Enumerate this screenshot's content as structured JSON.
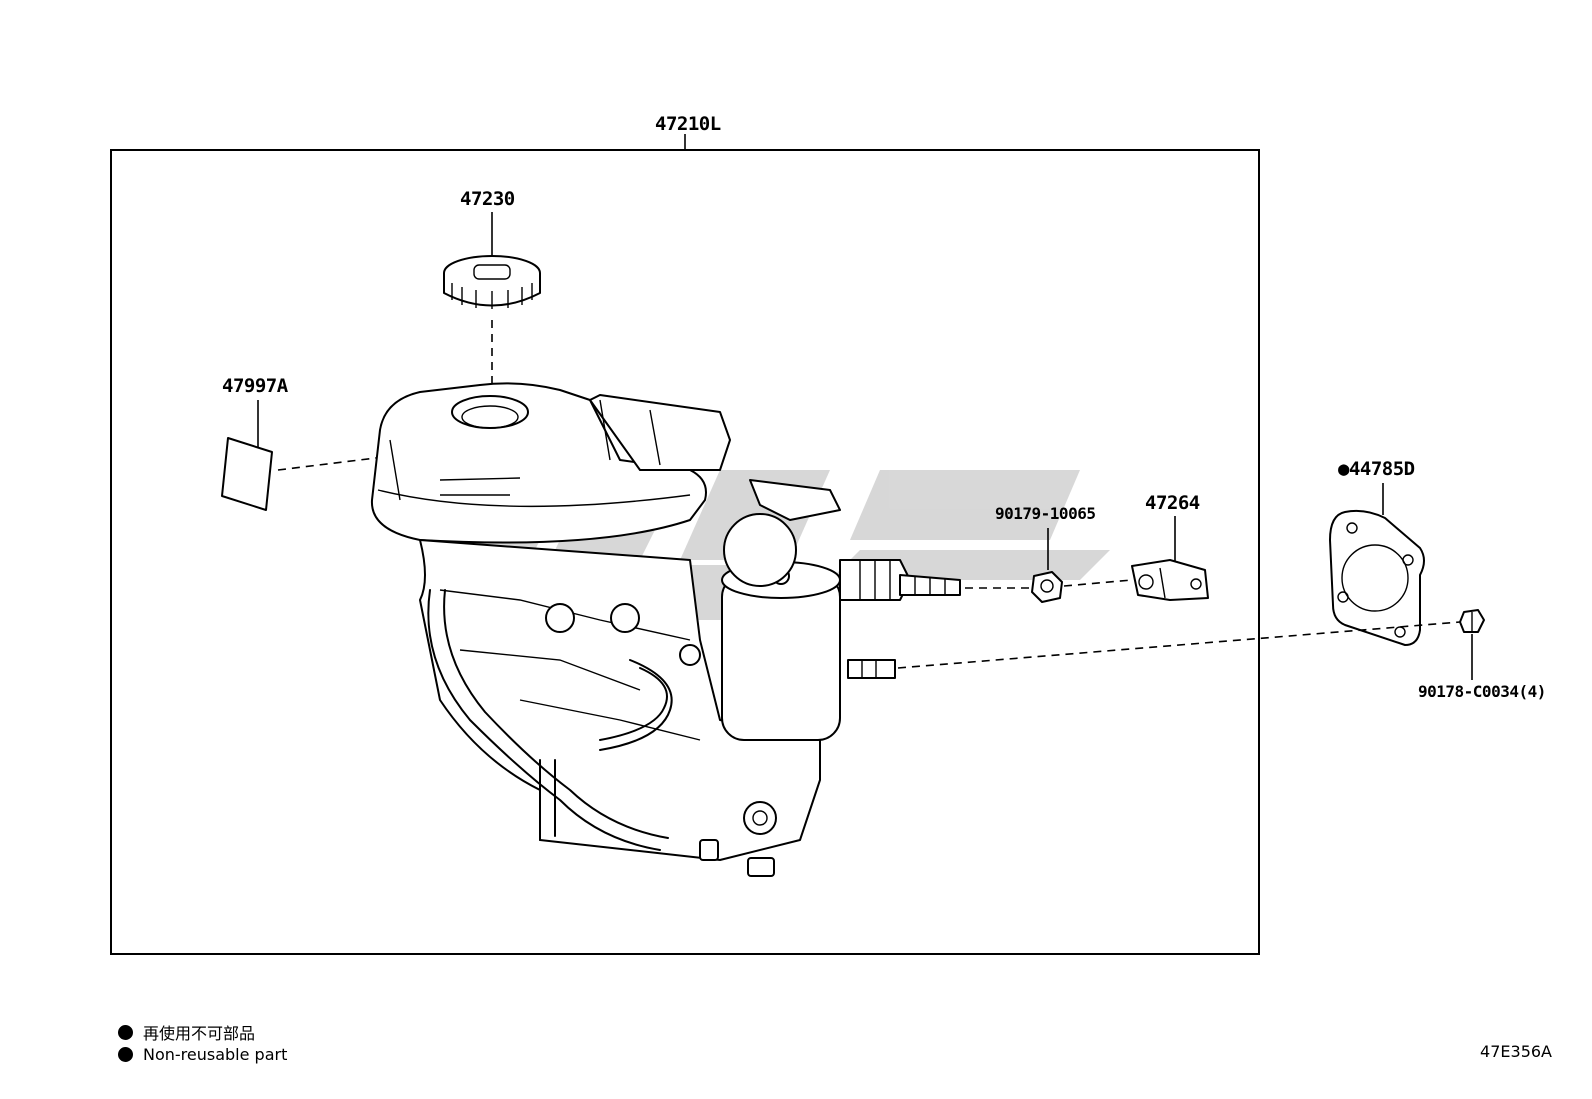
{
  "labels": {
    "assembly": "47210L",
    "cap": "47230",
    "label_plate": "47997A",
    "nut": "90179-10065",
    "bracket": "47264",
    "gasket": "●44785D",
    "bolt": "90178-C0034(4)"
  },
  "legend": {
    "japanese": "再使用不可部品",
    "english": "Non-reusable part"
  },
  "watermark": "WSC",
  "document_id": "47E356A"
}
